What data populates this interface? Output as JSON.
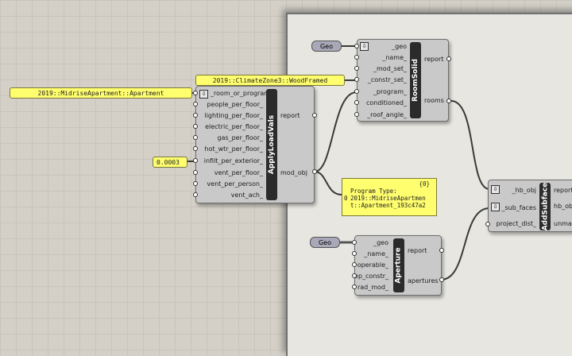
{
  "panels": {
    "climate_zone": "2019::ClimateZone3::WoodFramed",
    "program": "2019::MidriseApartment::Apartment",
    "infiltration": "0.0003"
  },
  "geo_params": {
    "geo1": "Geo",
    "geo2": "Geo"
  },
  "apply_load_vals": {
    "title": "ApplyLoadVals",
    "inputs": [
      "_room_or_program",
      "people_per_floor_",
      "lighting_per_floor_",
      "electric_per_floor_",
      "gas_per_floor_",
      "hot_wtr_per_floor_",
      "infilt_per_exterior_",
      "vent_per_floor_",
      "vent_per_person_",
      "vent_ach_"
    ],
    "outputs": [
      "report",
      "mod_obj"
    ]
  },
  "room_solid": {
    "title": "RoomSolid",
    "inputs": [
      "_geo",
      "_name_",
      "_mod_set_",
      "_constr_set_",
      "_program_",
      "conditioned_",
      "_roof_angle_"
    ],
    "outputs": [
      "report",
      "rooms"
    ]
  },
  "aperture": {
    "title": "Aperture",
    "inputs": [
      "_geo",
      "_name_",
      "operable_",
      "ep_constr_",
      "rad_mod_"
    ],
    "outputs": [
      "report",
      "apertures"
    ]
  },
  "add_subface": {
    "title": "AddSubface",
    "inputs": [
      "_hb_obj",
      "_sub_faces",
      "project_dist_"
    ],
    "outputs": [
      "report",
      "hb_obj",
      "unmatched"
    ]
  },
  "output_panel": {
    "index": "{0}",
    "row": "0",
    "line1": "Program Type:",
    "line2": "2019::MidriseApartmen",
    "line3": "t::Apartment_193c47a2"
  }
}
